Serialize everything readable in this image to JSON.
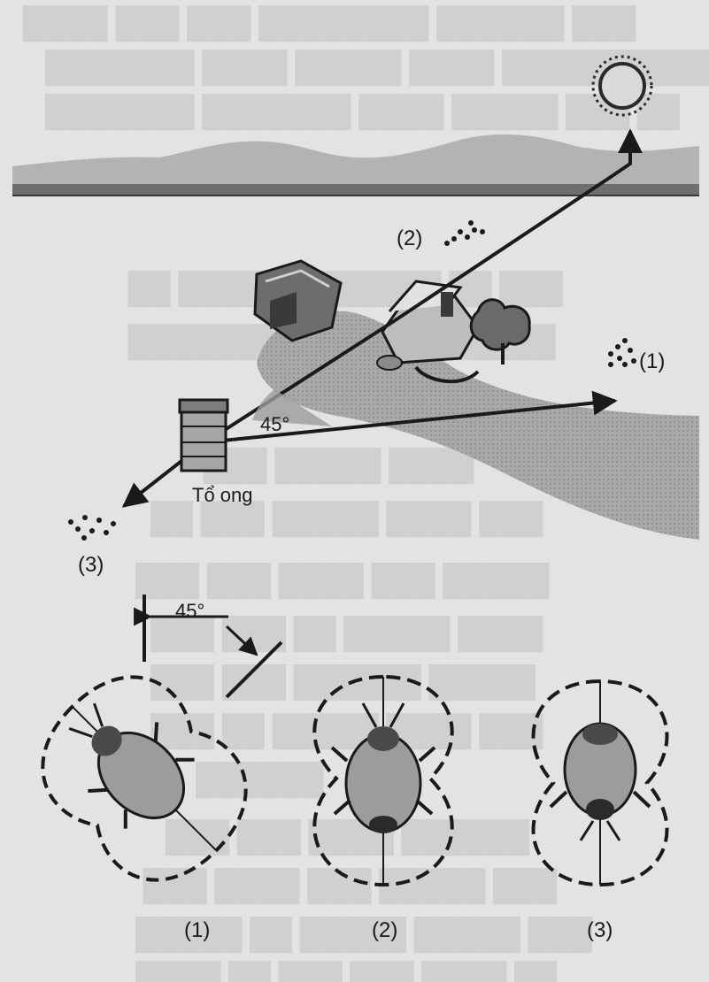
{
  "scene": {
    "hive_label": "Tổ ong",
    "angle_label_scene": "45°",
    "angle_label_dance": "45°",
    "food_sources": [
      {
        "marker": "(1)"
      },
      {
        "marker": "(2)"
      },
      {
        "marker": "(3)"
      }
    ]
  },
  "dances": [
    {
      "caption": "(1)"
    },
    {
      "caption": "(2)"
    },
    {
      "caption": "(3)"
    }
  ]
}
